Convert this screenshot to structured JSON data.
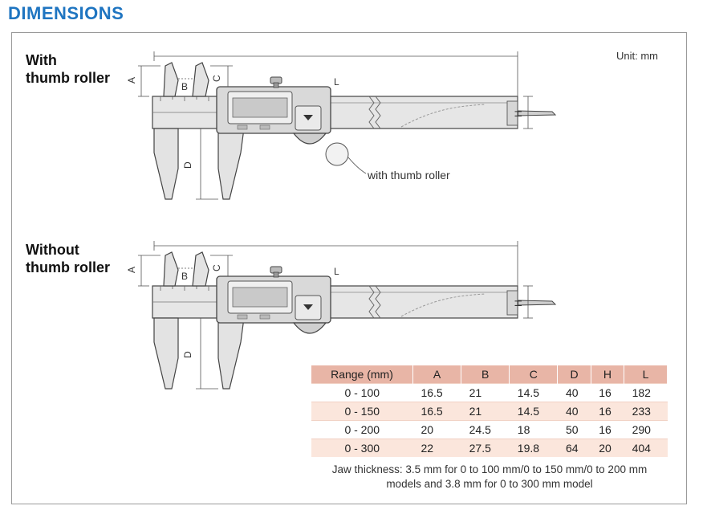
{
  "heading": "DIMENSIONS",
  "unit_label": "Unit: mm",
  "variants": [
    {
      "caption_line1": "With",
      "caption_line2": "thumb roller",
      "callout": "with thumb roller"
    },
    {
      "caption_line1": "Without",
      "caption_line2": "thumb roller"
    }
  ],
  "dimension_labels": {
    "L": "L",
    "A": "A",
    "B": "B",
    "C": "C",
    "D": "D",
    "H": "H"
  },
  "table": {
    "headers": [
      "Range (mm)",
      "A",
      "B",
      "C",
      "D",
      "H",
      "L"
    ],
    "rows": [
      [
        "0 - 100",
        "16.5",
        "21",
        "14.5",
        "40",
        "16",
        "182"
      ],
      [
        "0 - 150",
        "16.5",
        "21",
        "14.5",
        "40",
        "16",
        "233"
      ],
      [
        "0 - 200",
        "20",
        "24.5",
        "18",
        "50",
        "16",
        "290"
      ],
      [
        "0 - 300",
        "22",
        "27.5",
        "19.8",
        "64",
        "20",
        "404"
      ]
    ]
  },
  "footnote_line1": "Jaw thickness: 3.5 mm for 0 to 100 mm/0 to 150 mm/0 to 200 mm",
  "footnote_line2": "models and 3.8 mm for 0 to 300 mm model"
}
